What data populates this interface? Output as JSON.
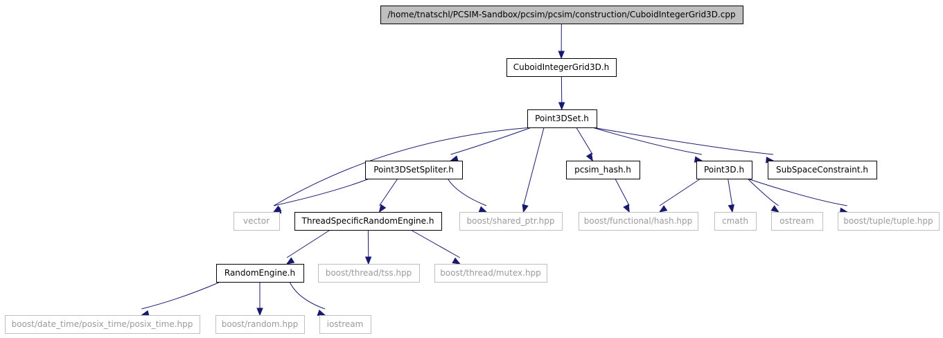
{
  "colors": {
    "edge": "#191970",
    "root_fill": "#bfbfbf",
    "root_border": "#000000",
    "internal_border": "#000000",
    "external_border": "#bfbfbf",
    "text": "#000000",
    "external_text": "#9a9a9a"
  },
  "nodes": [
    {
      "id": "root",
      "label": "/home/tnatschl/PCSIM-Sandbox/pcsim/pcsim/construction/CuboidIntegerGrid3D.cpp",
      "kind": "root"
    },
    {
      "id": "cuboid",
      "label": "CuboidIntegerGrid3D.h",
      "kind": "internal"
    },
    {
      "id": "point3dset",
      "label": "Point3DSet.h",
      "kind": "internal"
    },
    {
      "id": "spliter",
      "label": "Point3DSetSpliter.h",
      "kind": "internal"
    },
    {
      "id": "pcsim_hash",
      "label": "pcsim_hash.h",
      "kind": "internal"
    },
    {
      "id": "point3d",
      "label": "Point3D.h",
      "kind": "internal"
    },
    {
      "id": "subspace",
      "label": "SubSpaceConstraint.h",
      "kind": "internal"
    },
    {
      "id": "vector",
      "label": "vector",
      "kind": "external"
    },
    {
      "id": "tsre",
      "label": "ThreadSpecificRandomEngine.h",
      "kind": "internal"
    },
    {
      "id": "shared_ptr",
      "label": "boost/shared_ptr.hpp",
      "kind": "external"
    },
    {
      "id": "func_hash",
      "label": "boost/functional/hash.hpp",
      "kind": "external"
    },
    {
      "id": "cmath",
      "label": "cmath",
      "kind": "external"
    },
    {
      "id": "ostream",
      "label": "ostream",
      "kind": "external"
    },
    {
      "id": "tuple",
      "label": "boost/tuple/tuple.hpp",
      "kind": "external"
    },
    {
      "id": "random_engine",
      "label": "RandomEngine.h",
      "kind": "internal"
    },
    {
      "id": "tss",
      "label": "boost/thread/tss.hpp",
      "kind": "external"
    },
    {
      "id": "mutex",
      "label": "boost/thread/mutex.hpp",
      "kind": "external"
    },
    {
      "id": "posix_time",
      "label": "boost/date_time/posix_time/posix_time.hpp",
      "kind": "external"
    },
    {
      "id": "random_hpp",
      "label": "boost/random.hpp",
      "kind": "external"
    },
    {
      "id": "iostream",
      "label": "iostream",
      "kind": "external"
    }
  ],
  "edges": [
    {
      "from": "root",
      "to": "cuboid"
    },
    {
      "from": "cuboid",
      "to": "point3dset"
    },
    {
      "from": "point3dset",
      "to": "vector"
    },
    {
      "from": "point3dset",
      "to": "spliter"
    },
    {
      "from": "point3dset",
      "to": "shared_ptr"
    },
    {
      "from": "point3dset",
      "to": "pcsim_hash"
    },
    {
      "from": "point3dset",
      "to": "point3d"
    },
    {
      "from": "point3dset",
      "to": "subspace"
    },
    {
      "from": "spliter",
      "to": "vector"
    },
    {
      "from": "spliter",
      "to": "tsre"
    },
    {
      "from": "spliter",
      "to": "shared_ptr"
    },
    {
      "from": "pcsim_hash",
      "to": "func_hash"
    },
    {
      "from": "point3d",
      "to": "func_hash"
    },
    {
      "from": "point3d",
      "to": "cmath"
    },
    {
      "from": "point3d",
      "to": "ostream"
    },
    {
      "from": "point3d",
      "to": "tuple"
    },
    {
      "from": "tsre",
      "to": "random_engine"
    },
    {
      "from": "tsre",
      "to": "tss"
    },
    {
      "from": "tsre",
      "to": "mutex"
    },
    {
      "from": "random_engine",
      "to": "posix_time"
    },
    {
      "from": "random_engine",
      "to": "random_hpp"
    },
    {
      "from": "random_engine",
      "to": "iostream"
    }
  ]
}
